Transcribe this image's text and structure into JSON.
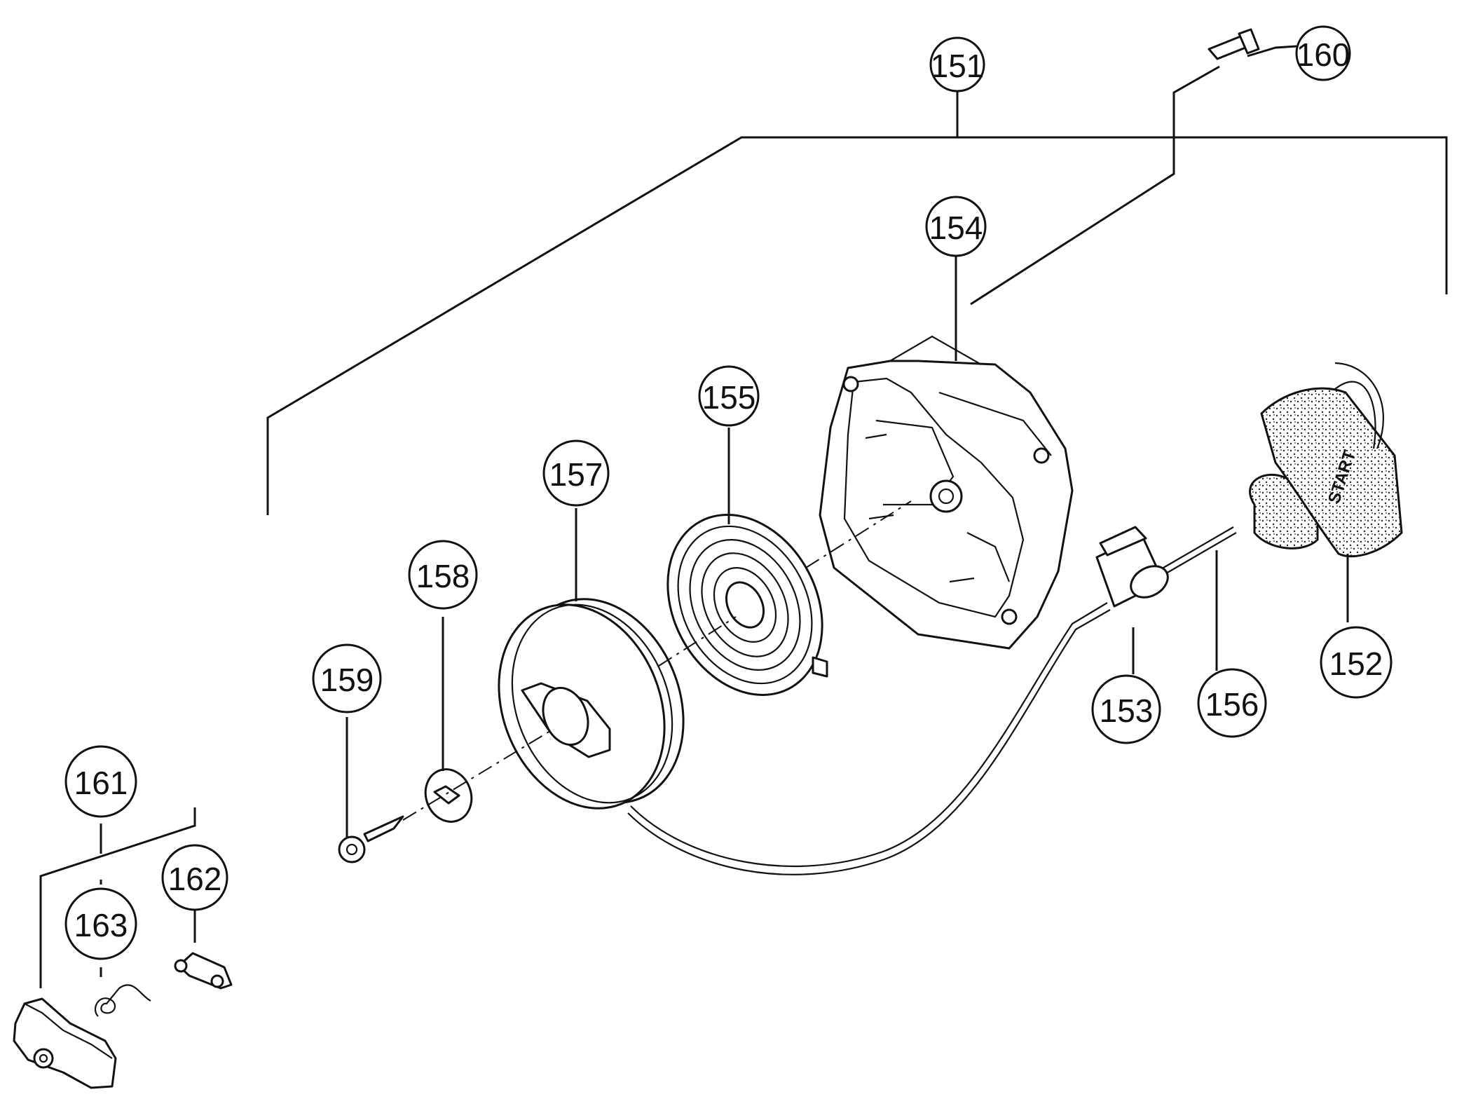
{
  "callouts": {
    "c151": "151",
    "c152": "152",
    "c153": "153",
    "c154": "154",
    "c155": "155",
    "c156": "156",
    "c157": "157",
    "c158": "158",
    "c159": "159",
    "c160": "160",
    "c161": "161",
    "c162": "162",
    "c163": "163"
  },
  "handle_text": "START"
}
